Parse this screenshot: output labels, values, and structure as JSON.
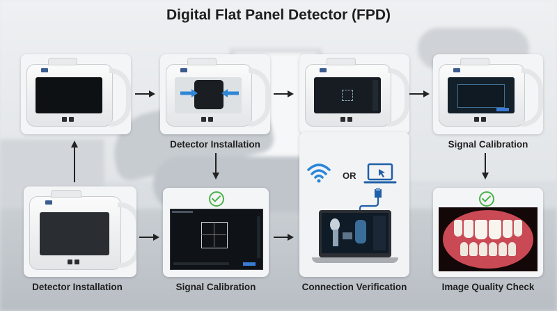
{
  "title": "Digital Flat Panel Detector (FPD)",
  "steps": {
    "top_2_label": "Detector Installation",
    "top_4_label": "Signal Calibration",
    "bottom_1_label": "Detector Installation",
    "bottom_2_label": "Signal Calibration",
    "bottom_3_label": "Connection Verification",
    "bottom_4_label": "Image Quality Check"
  },
  "connection": {
    "or_label": "OR"
  },
  "icons": [
    "wifi-icon",
    "laptop-icon",
    "usb-cable-icon",
    "checkmark-icon",
    "arrow-icon"
  ],
  "colors": {
    "check_green": "#4bb24b",
    "arrow_blue": "#2f86d6",
    "wifi_blue": "#2a86d8"
  }
}
